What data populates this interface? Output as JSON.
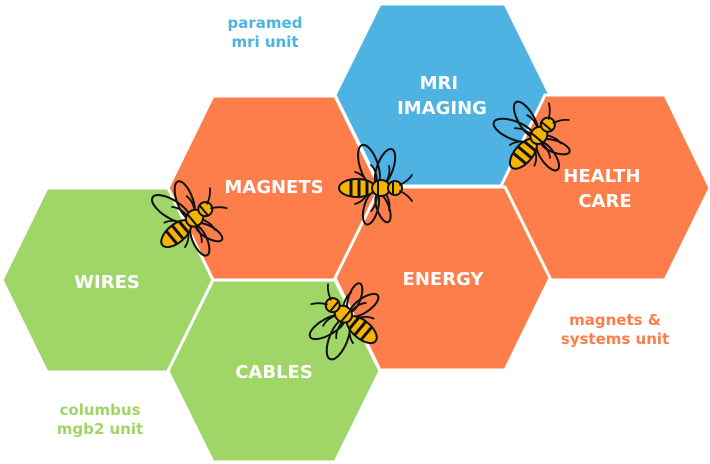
{
  "colors": {
    "orange": "#fd7e4b",
    "blue": "#4eb2e2",
    "green": "#a0d568",
    "bee_body": "#f5b400",
    "bee_outline": "#111111"
  },
  "hexes": {
    "mri_imaging": {
      "lines": [
        "MRI",
        "IMAGING"
      ],
      "color": "blue"
    },
    "magnets": {
      "lines": [
        "MAGNETS"
      ],
      "color": "orange"
    },
    "health_care": {
      "lines": [
        "HEALTH",
        "CARE"
      ],
      "color": "orange"
    },
    "energy": {
      "lines": [
        "ENERGY"
      ],
      "color": "orange"
    },
    "wires": {
      "lines": [
        "WIRES"
      ],
      "color": "green"
    },
    "cables": {
      "lines": [
        "CABLES"
      ],
      "color": "green"
    }
  },
  "units": {
    "paramed": {
      "lines": [
        "paramed",
        "mri unit"
      ],
      "color": "#4eb2e2"
    },
    "magnets_systems": {
      "lines": [
        "magnets &",
        "systems unit"
      ],
      "color": "#fd7e4b"
    },
    "columbus": {
      "lines": [
        "columbus",
        "mgb2 unit"
      ],
      "color": "#a0d568"
    }
  },
  "icons": [
    "bee-icon"
  ]
}
